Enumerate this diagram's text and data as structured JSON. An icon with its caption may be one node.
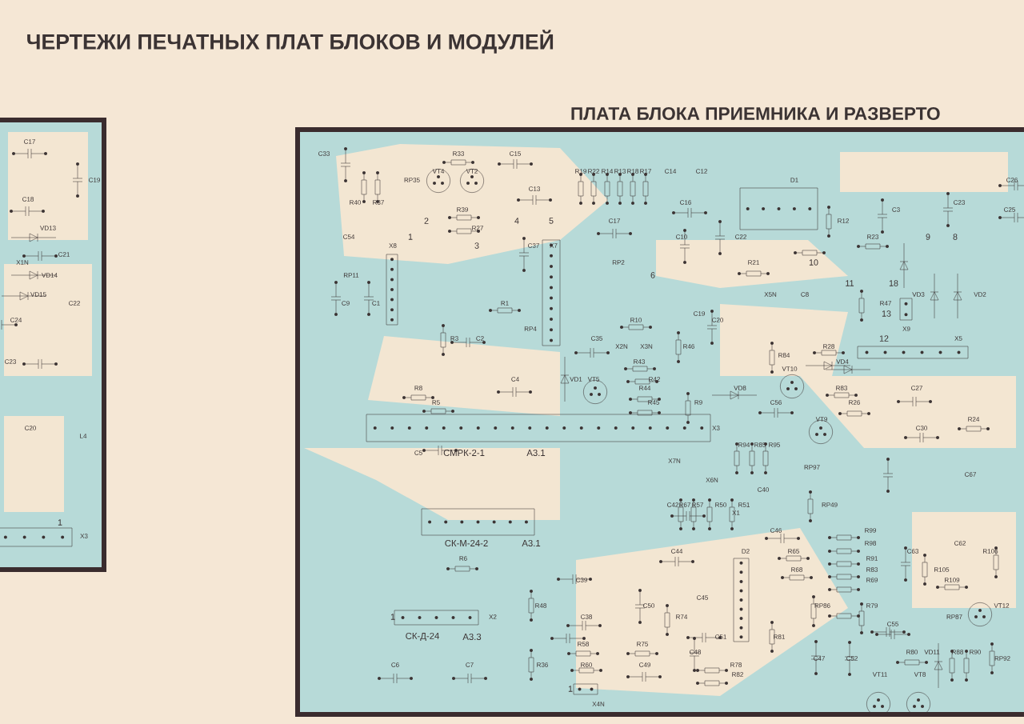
{
  "diagram": {
    "title": "ЧЕРТЕЖИ ПЕЧАТНЫХ ПЛАТ БЛОКОВ И МОДУЛЕЙ",
    "labels": [
      "ПЛАТА БЛОКА ПРИЕМНИКА И РАЗВЕРТО",
      "C17",
      "C33",
      "R33",
      "C15",
      "VT4",
      "VT2",
      "R19",
      "R22",
      "R14",
      "R13",
      "R18",
      "R17",
      "C14",
      "C12",
      "C19",
      "RP35",
      "D1",
      "C26",
      "C13",
      "C18",
      "R40",
      "R37",
      "C16",
      "C23",
      "R39",
      "C3",
      "C25",
      "2",
      "4",
      "5",
      "C17",
      "R12",
      "VD13",
      "R27",
      "C54",
      "1",
      "C10",
      "C22",
      "R23",
      "9",
      "8",
      "X8",
      "3",
      "C37",
      "X7",
      "C21",
      "X1N",
      "RP2",
      "R21",
      "10",
      "VD14",
      "RP11",
      "6",
      "11",
      "18",
      "VD15",
      "X5N",
      "C8",
      "VD3",
      "VD2",
      "C22",
      "C9",
      "C1",
      "R1",
      "R47",
      "C19",
      "13",
      "C24",
      "R10",
      "C20",
      "RP4",
      "X9",
      "R3",
      "C2",
      "C35",
      "12",
      "X5",
      "X2N",
      "X3N",
      "R46",
      "R28",
      "R84",
      "C23",
      "R43",
      "VD4",
      "VT10",
      "C4",
      "VD1",
      "VT5",
      "R42",
      "R8",
      "R44",
      "VD8",
      "R83",
      "C27",
      "R5",
      "R45",
      "R9",
      "C56",
      "R26",
      "VT9",
      "R24",
      "C20",
      "X3",
      "C30",
      "L4",
      "R94",
      "R85",
      "R95",
      "C5",
      "СМРК-2-1",
      "A3.1",
      "X7N",
      "RP97",
      "C67",
      "X6N",
      "C40",
      "C42",
      "R67",
      "R57",
      "R50",
      "R51",
      "RP49",
      "X1",
      "1",
      "C46",
      "R99",
      "X3",
      "СК-М-24-2",
      "A3.1",
      "R98",
      "C62",
      "C44",
      "D2",
      "R65",
      "C63",
      "R106",
      "R6",
      "R91",
      "R68",
      "R83",
      "R105",
      "C39",
      "R69",
      "R109",
      "C45",
      "R48",
      "C50",
      "RP86",
      "R79",
      "VT12",
      "1",
      "X2",
      "C38",
      "R74",
      "RP87",
      "C55",
      "СК-Д-24",
      "A3.3",
      "C51",
      "R81",
      "R58",
      "R75",
      "C48",
      "R80",
      "VD11",
      "R88",
      "R90",
      "C47",
      "C52",
      "RP92",
      "C6",
      "C7",
      "R36",
      "R60",
      "C49",
      "R78",
      "R82",
      "VT11",
      "VT8",
      "1",
      "X4N"
    ]
  }
}
